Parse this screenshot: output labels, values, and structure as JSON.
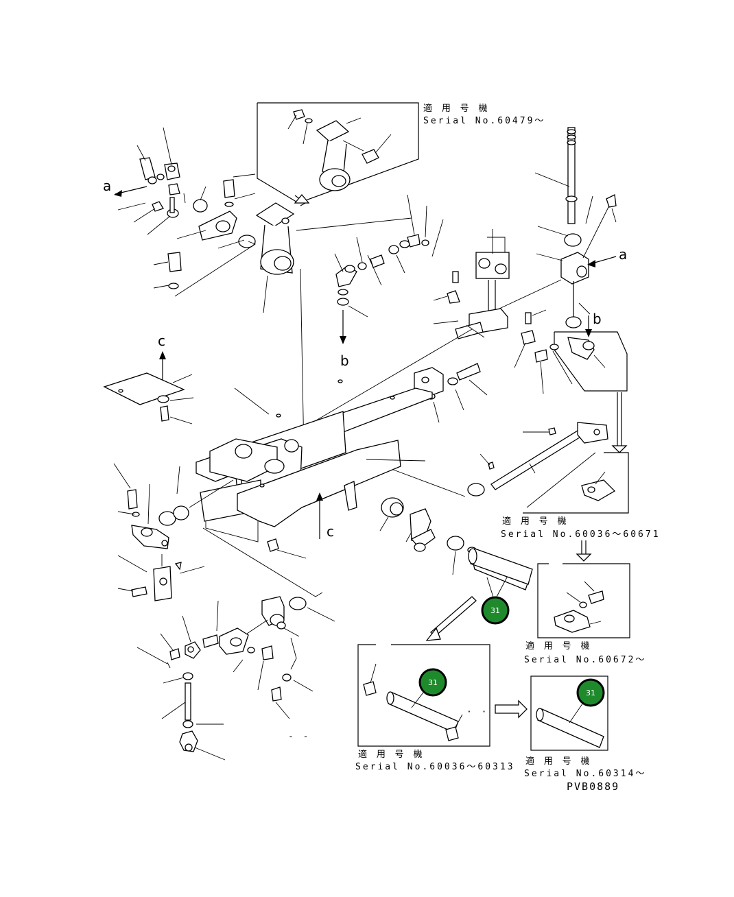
{
  "drawing_code": "PVB0889",
  "serial_heading": "適 用 号 機",
  "serial_notes": [
    {
      "heading": "適 用 号 機",
      "serial": "Serial No.60479～"
    },
    {
      "heading": "適 用 号 機",
      "serial": "Serial No.60036～60671"
    },
    {
      "heading": "適 用 号 機",
      "serial": "Serial No.60672～"
    },
    {
      "heading": "適 用 号 機",
      "serial": "Serial No.60036～60313"
    },
    {
      "heading": "適 用 号 機",
      "serial": "Serial No.60314～"
    }
  ],
  "reference_letters": [
    "a",
    "a",
    "b",
    "b",
    "c",
    "c"
  ],
  "part_callouts": [
    {
      "number": "31",
      "color": "#1f8a2c"
    },
    {
      "number": "31",
      "color": "#1f8a2c"
    },
    {
      "number": "31",
      "color": "#1f8a2c"
    }
  ]
}
